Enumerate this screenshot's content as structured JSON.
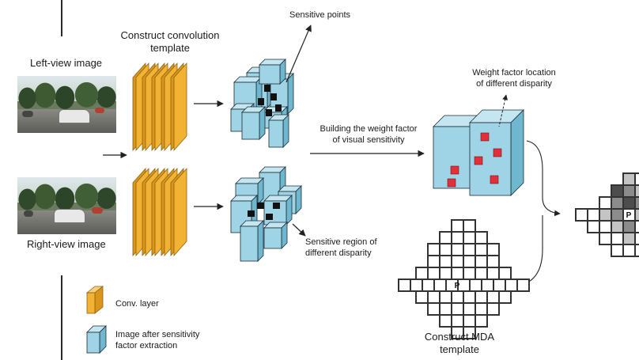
{
  "labels": {
    "left_view": "Left-view image",
    "right_view": "Right-view image",
    "construct_conv": "Construct convolution\ntemplate",
    "sensitive_points": "Sensitive points",
    "sensitive_region": "Sensitive region of\ndifferent disparity",
    "building_weight": "Building the weight factor\nof visual sensitivity",
    "weight_location": "Weight factor location\nof different disparity",
    "construct_mda": "Construct MDA\ntemplate",
    "mda_center": "P",
    "output_center": "P"
  },
  "legend": {
    "conv_layer": "Conv. layer",
    "image_after": "Image after sensitivity\nfactor extraction"
  },
  "colors": {
    "conv_face": "#f2b233",
    "conv_edge": "#8a6212",
    "conv_side": "#d9961a",
    "block_face": "#9fd4e6",
    "block_side": "#6fb6cf",
    "block_top": "#c4e6f1",
    "block_edge": "#1c2b33",
    "hole": "#111111",
    "sensitive_red": "#e0303a",
    "grid_line": "#333333",
    "arrow": "#222222",
    "output_dark": "#4d4d4d",
    "output_mid": "#8c8c8c",
    "output_light": "#c4c4c4"
  }
}
